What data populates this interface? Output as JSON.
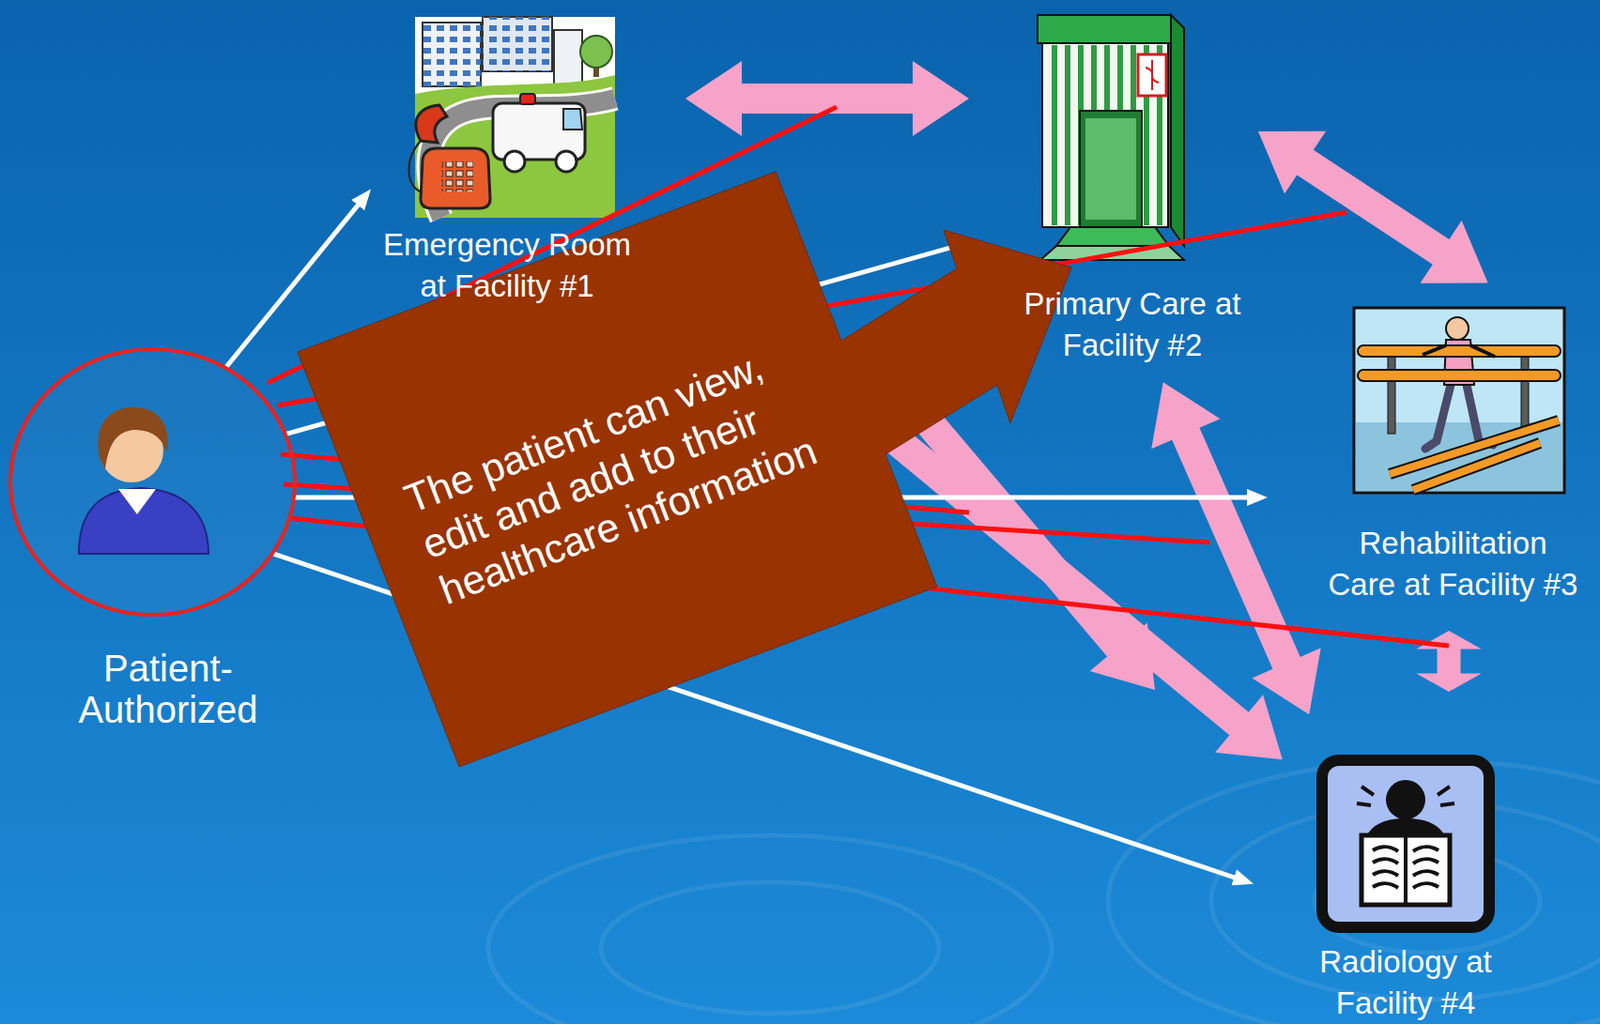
{
  "diagram": {
    "nodes": [
      {
        "text": [
          "Patient- Authorized"
        ]
      },
      {
        "text": [
          "Emergency Room at Facility #1"
        ]
      },
      {
        "text": [
          "Primary Care at Facility #2"
        ]
      },
      {
        "text": [
          "Rehabilitation Care at Facility #3"
        ]
      },
      {
        "text": [
          "Radiology at Facility #4"
        ]
      },
      {
        "text": [
          "The patient can view, edit and add to their healthcare information"
        ]
      }
    ],
    "edges": [
      {
        "from": 0,
        "to": 1,
        "arrow": "to"
      },
      {
        "from": 0,
        "to": 2,
        "arrow": "to"
      },
      {
        "from": 0,
        "to": 3,
        "arrow": "to"
      },
      {
        "from": 0,
        "to": 4,
        "arrow": "to"
      },
      {
        "from": 1,
        "to": 2,
        "arrow": "both"
      },
      {
        "from": 2,
        "to": 3,
        "arrow": "both"
      },
      {
        "from": 2,
        "to": 4,
        "arrow": "both"
      },
      {
        "from": 3,
        "to": 4,
        "arrow": "both"
      },
      {
        "from": 1,
        "to": 4,
        "arrow": "both"
      }
    ]
  }
}
